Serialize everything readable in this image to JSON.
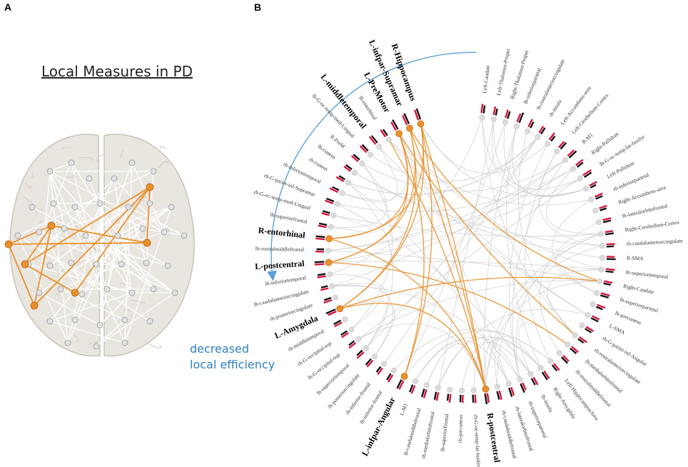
{
  "panel_a": {
    "letter": "A",
    "title": "Local Measures in PD"
  },
  "panel_b": {
    "letter": "B",
    "note_line1": "decreased",
    "note_line2": "local efficiency"
  },
  "colors": {
    "highlight": "#e8902a",
    "edge_gray": "#cfcfcf",
    "arrow_blue": "#5aa0d8",
    "bar_red": "#d8143a",
    "bar_black": "#111111",
    "brain": "#e9e5df"
  },
  "ring_nodes": [
    {
      "label": "Left-Caudate",
      "bold": false,
      "highlight": false,
      "red": 0.55,
      "black": 0.45
    },
    {
      "label": "Left-Thalamus-Proper",
      "bold": false,
      "highlight": false,
      "red": 0.5,
      "black": 0.35
    },
    {
      "label": "Right-Thalamus-Proper",
      "bold": false,
      "highlight": false,
      "red": 0.5,
      "black": 0.4
    },
    {
      "label": "lh-inferiorparietal",
      "bold": false,
      "highlight": false,
      "red": 0.55,
      "black": 0.7
    },
    {
      "label": "lh-rostralanteriorcingulate",
      "bold": false,
      "highlight": false,
      "red": 0.5,
      "black": 0.35
    },
    {
      "label": "rh-insula",
      "bold": false,
      "highlight": false,
      "red": 0.45,
      "black": 0.4
    },
    {
      "label": "Left-Accumbens-area",
      "bold": false,
      "highlight": false,
      "red": 0.5,
      "black": 0.3
    },
    {
      "label": "Left-Cerebellum-Cortex",
      "bold": false,
      "highlight": false,
      "red": 0.45,
      "black": 0.5
    },
    {
      "label": "R-M1",
      "bold": false,
      "highlight": false,
      "red": 0.5,
      "black": 0.6
    },
    {
      "label": "Right-Pallidum",
      "bold": false,
      "highlight": false,
      "red": 0.55,
      "black": 0.4
    },
    {
      "label": "lh-G-oc-temp-lat-fusifor",
      "bold": false,
      "highlight": false,
      "red": 0.6,
      "black": 0.5
    },
    {
      "label": "Left-Pallidum",
      "bold": false,
      "highlight": false,
      "red": 0.5,
      "black": 0.3
    },
    {
      "label": "rh-inferiorparietal",
      "bold": false,
      "highlight": false,
      "red": 0.5,
      "black": 0.4
    },
    {
      "label": "Right-Accumbens-area",
      "bold": false,
      "highlight": false,
      "red": 0.45,
      "black": 0.35
    },
    {
      "label": "lh-lateralorbitofrontal",
      "bold": false,
      "highlight": false,
      "red": 0.5,
      "black": 0.45
    },
    {
      "label": "Right-Cerebellum-Cortex",
      "bold": false,
      "highlight": false,
      "red": 0.45,
      "black": 0.5
    },
    {
      "label": "rh-caudalanteriorcingulate",
      "bold": false,
      "highlight": false,
      "red": 0.5,
      "black": 0.4
    },
    {
      "label": "R-SMA",
      "bold": false,
      "highlight": false,
      "red": 0.45,
      "black": 0.55
    },
    {
      "label": "rh-superiortemporal",
      "bold": false,
      "highlight": false,
      "red": 0.55,
      "black": 0.45
    },
    {
      "label": "Right-Caudate",
      "bold": false,
      "highlight": false,
      "red": 0.5,
      "black": 0.4
    },
    {
      "label": "lh-superiorparietal",
      "bold": false,
      "highlight": false,
      "red": 0.55,
      "black": 0.5
    },
    {
      "label": "lh-precuneus",
      "bold": false,
      "highlight": false,
      "red": 0.5,
      "black": 0.35
    },
    {
      "label": "L-SMA",
      "bold": false,
      "highlight": false,
      "red": 0.45,
      "black": 0.45
    },
    {
      "label": "rh-G-pariet-inf-Angular",
      "bold": false,
      "highlight": false,
      "red": 0.5,
      "black": 0.4
    },
    {
      "label": "rh-rostralanteriorcingulate",
      "bold": false,
      "highlight": false,
      "red": 0.55,
      "black": 0.35
    },
    {
      "label": "lh-medialorbitofrontal",
      "bold": false,
      "highlight": false,
      "red": 0.5,
      "black": 0.45
    },
    {
      "label": "rh-rostralmiddlefrontal",
      "bold": false,
      "highlight": false,
      "red": 0.45,
      "black": 0.5
    },
    {
      "label": "Left-HippocampusArea",
      "bold": false,
      "highlight": false,
      "red": 0.5,
      "black": 0.4
    },
    {
      "label": "Right-Amygdala",
      "bold": false,
      "highlight": false,
      "red": 0.55,
      "black": 0.55
    },
    {
      "label": "lh-insula",
      "bold": false,
      "highlight": false,
      "red": 0.5,
      "black": 0.4
    },
    {
      "label": "rh-superiorparietal",
      "bold": false,
      "highlight": false,
      "red": 0.45,
      "black": 0.6
    },
    {
      "label": "rh-lateralorbitofrontal",
      "bold": false,
      "highlight": false,
      "red": 0.5,
      "black": 0.55
    },
    {
      "label": "rh-caudalmiddlefrontal",
      "bold": false,
      "highlight": false,
      "red": 0.55,
      "black": 0.5
    },
    {
      "label": "R-postcentral",
      "bold": true,
      "highlight": true,
      "red": 0.6,
      "black": 0.7
    },
    {
      "label": "rh-G-oc-temp-lat-fusifor",
      "bold": false,
      "highlight": false,
      "red": 0.5,
      "black": 0.45
    },
    {
      "label": "rh-precuneus",
      "bold": false,
      "highlight": false,
      "red": 0.45,
      "black": 0.4
    },
    {
      "label": "lh-superiorfrontal",
      "bold": false,
      "highlight": false,
      "red": 0.5,
      "black": 0.35
    },
    {
      "label": "rh-medialorbitofrontal",
      "bold": false,
      "highlight": false,
      "red": 0.5,
      "black": 0.45
    },
    {
      "label": "lh-caudalmiddlefrontal",
      "bold": false,
      "highlight": false,
      "red": 0.55,
      "black": 0.5
    },
    {
      "label": "L-M1",
      "bold": false,
      "highlight": false,
      "red": 0.5,
      "black": 0.45
    },
    {
      "label": "L-infpar-Angular",
      "bold": true,
      "highlight": true,
      "red": 0.6,
      "black": 0.6
    },
    {
      "label": "lh-inferior-frontal",
      "bold": false,
      "highlight": false,
      "red": 0.5,
      "black": 0.4
    },
    {
      "label": "rh-inferior-frontal",
      "bold": false,
      "highlight": false,
      "red": 0.45,
      "black": 0.35
    },
    {
      "label": "lh-posteriorcingulate",
      "bold": false,
      "highlight": false,
      "red": 0.5,
      "black": 0.45
    },
    {
      "label": "lh-superiortemporal",
      "bold": false,
      "highlight": false,
      "red": 0.55,
      "black": 0.4
    },
    {
      "label": "lh-G-occipital-sup",
      "bold": false,
      "highlight": false,
      "red": 0.5,
      "black": 0.35
    },
    {
      "label": "rh-G-occipital-sup",
      "bold": false,
      "highlight": false,
      "red": 0.45,
      "black": 0.4
    },
    {
      "label": "rh-middletemporal",
      "bold": false,
      "highlight": false,
      "red": 0.5,
      "black": 0.45
    },
    {
      "label": "L-Amygdala",
      "bold": true,
      "highlight": true,
      "red": 0.55,
      "black": 0.65
    },
    {
      "label": "rh-posteriorcingulate",
      "bold": false,
      "highlight": false,
      "red": 0.5,
      "black": 0.4
    },
    {
      "label": "lh-caudalanteriorcingulate",
      "bold": false,
      "highlight": false,
      "red": 0.45,
      "black": 0.35
    },
    {
      "label": "lh-inferiortemporal",
      "bold": false,
      "highlight": false,
      "red": 0.5,
      "black": 0.45
    },
    {
      "label": "L-postcentral",
      "bold": true,
      "highlight": true,
      "red": 0.6,
      "black": 0.6
    },
    {
      "label": "lh-rostralmiddlefrontal",
      "bold": false,
      "highlight": false,
      "red": 0.5,
      "black": 0.4
    },
    {
      "label": "R-entorhinal",
      "bold": true,
      "highlight": true,
      "red": 0.55,
      "black": 0.55
    },
    {
      "label": "lh-superiorfrontal",
      "bold": false,
      "highlight": false,
      "red": 0.5,
      "black": 0.45
    },
    {
      "label": "rh-G-oc-temp-med-Lingual",
      "bold": false,
      "highlight": false,
      "red": 0.45,
      "black": 0.4
    },
    {
      "label": "rh-G-pariet-inf-Supramar",
      "bold": false,
      "highlight": false,
      "red": 0.5,
      "black": 0.45
    },
    {
      "label": "rh-inferiortemporal",
      "bold": false,
      "highlight": false,
      "red": 0.55,
      "black": 0.4
    },
    {
      "label": "rh-cuneus",
      "bold": false,
      "highlight": false,
      "red": 0.5,
      "black": 0.35
    },
    {
      "label": "lh-cuneus",
      "bold": false,
      "highlight": false,
      "red": 0.45,
      "black": 0.4
    },
    {
      "label": "R-PreM",
      "bold": false,
      "highlight": false,
      "red": 0.5,
      "black": 0.45
    },
    {
      "label": "lh-G-oc-temp-med-Lingual",
      "bold": false,
      "highlight": false,
      "red": 0.55,
      "black": 0.5
    },
    {
      "label": "L-middletemporal",
      "bold": true,
      "highlight": false,
      "red": 0.6,
      "black": 0.55
    },
    {
      "label": "lh-entorhinal",
      "bold": false,
      "highlight": false,
      "red": 0.5,
      "black": 0.4
    },
    {
      "label": "L-PreMotor",
      "bold": true,
      "highlight": true,
      "red": 0.6,
      "black": 0.7
    },
    {
      "label": "L-infpar-Supramar",
      "bold": true,
      "highlight": true,
      "red": 0.65,
      "black": 0.75
    },
    {
      "label": "R-Hippocampus",
      "bold": true,
      "highlight": true,
      "red": 0.7,
      "black": 0.75
    }
  ],
  "highlight_edges": [
    [
      "R-Hippocampus",
      "R-postcentral"
    ],
    [
      "R-Hippocampus",
      "L-Amygdala"
    ],
    [
      "R-Hippocampus",
      "R-entorhinal"
    ],
    [
      "R-Hippocampus",
      "L-infpar-Angular"
    ],
    [
      "L-infpar-Supramar",
      "L-postcentral"
    ],
    [
      "L-infpar-Supramar",
      "Right-Caudate"
    ],
    [
      "L-infpar-Supramar",
      "L-Amygdala"
    ],
    [
      "L-infpar-Supramar",
      "R-postcentral"
    ],
    [
      "L-PreMotor",
      "R-entorhinal"
    ],
    [
      "L-PreMotor",
      "L-postcentral"
    ],
    [
      "L-PreMotor",
      "rh-rostralanteriorcingulate"
    ],
    [
      "L-PreMotor",
      "L-infpar-Angular"
    ],
    [
      "lh-entorhinal",
      "R-postcentral"
    ],
    [
      "L-Amygdala",
      "R-postcentral"
    ],
    [
      "L-postcentral",
      "lh-medialorbitofrontal"
    ],
    [
      "R-entorhinal",
      "R-postcentral"
    ],
    [
      "L-Amygdala",
      "Right-Caudate"
    ]
  ]
}
